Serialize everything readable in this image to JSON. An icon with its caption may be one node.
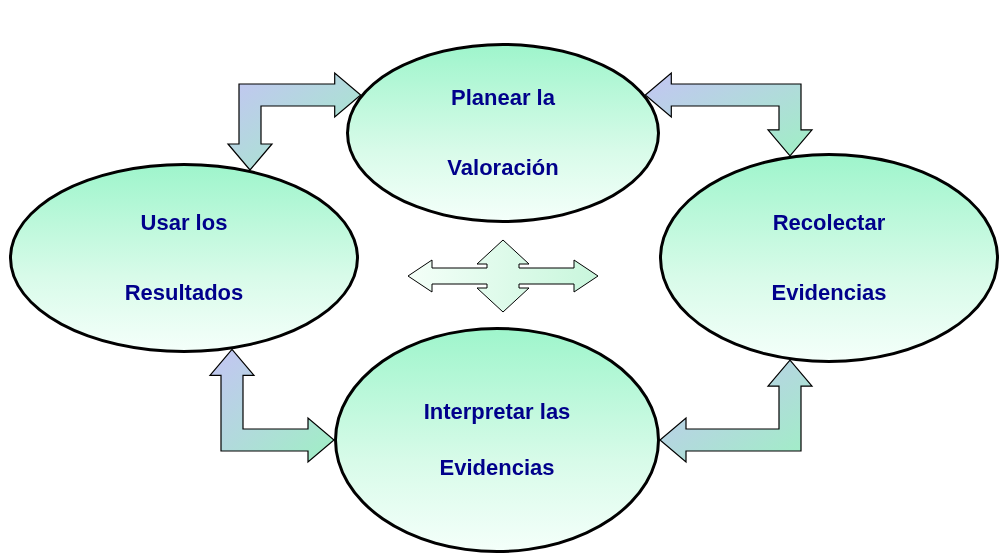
{
  "diagram": {
    "nodes": [
      {
        "text": [
          "Planear la Valoración"
        ]
      },
      {
        "text": [
          "Recolectar Evidencias"
        ]
      },
      {
        "text": [
          "Interpretar las Evidencias"
        ]
      },
      {
        "text": [
          "Usar los Resultados"
        ]
      }
    ],
    "edges": [
      {
        "from": 3,
        "to": 0,
        "arrow": "both"
      },
      {
        "from": 0,
        "to": 1,
        "arrow": "both"
      },
      {
        "from": 1,
        "to": 2,
        "arrow": "both"
      },
      {
        "from": 2,
        "to": 3,
        "arrow": "both"
      }
    ]
  }
}
